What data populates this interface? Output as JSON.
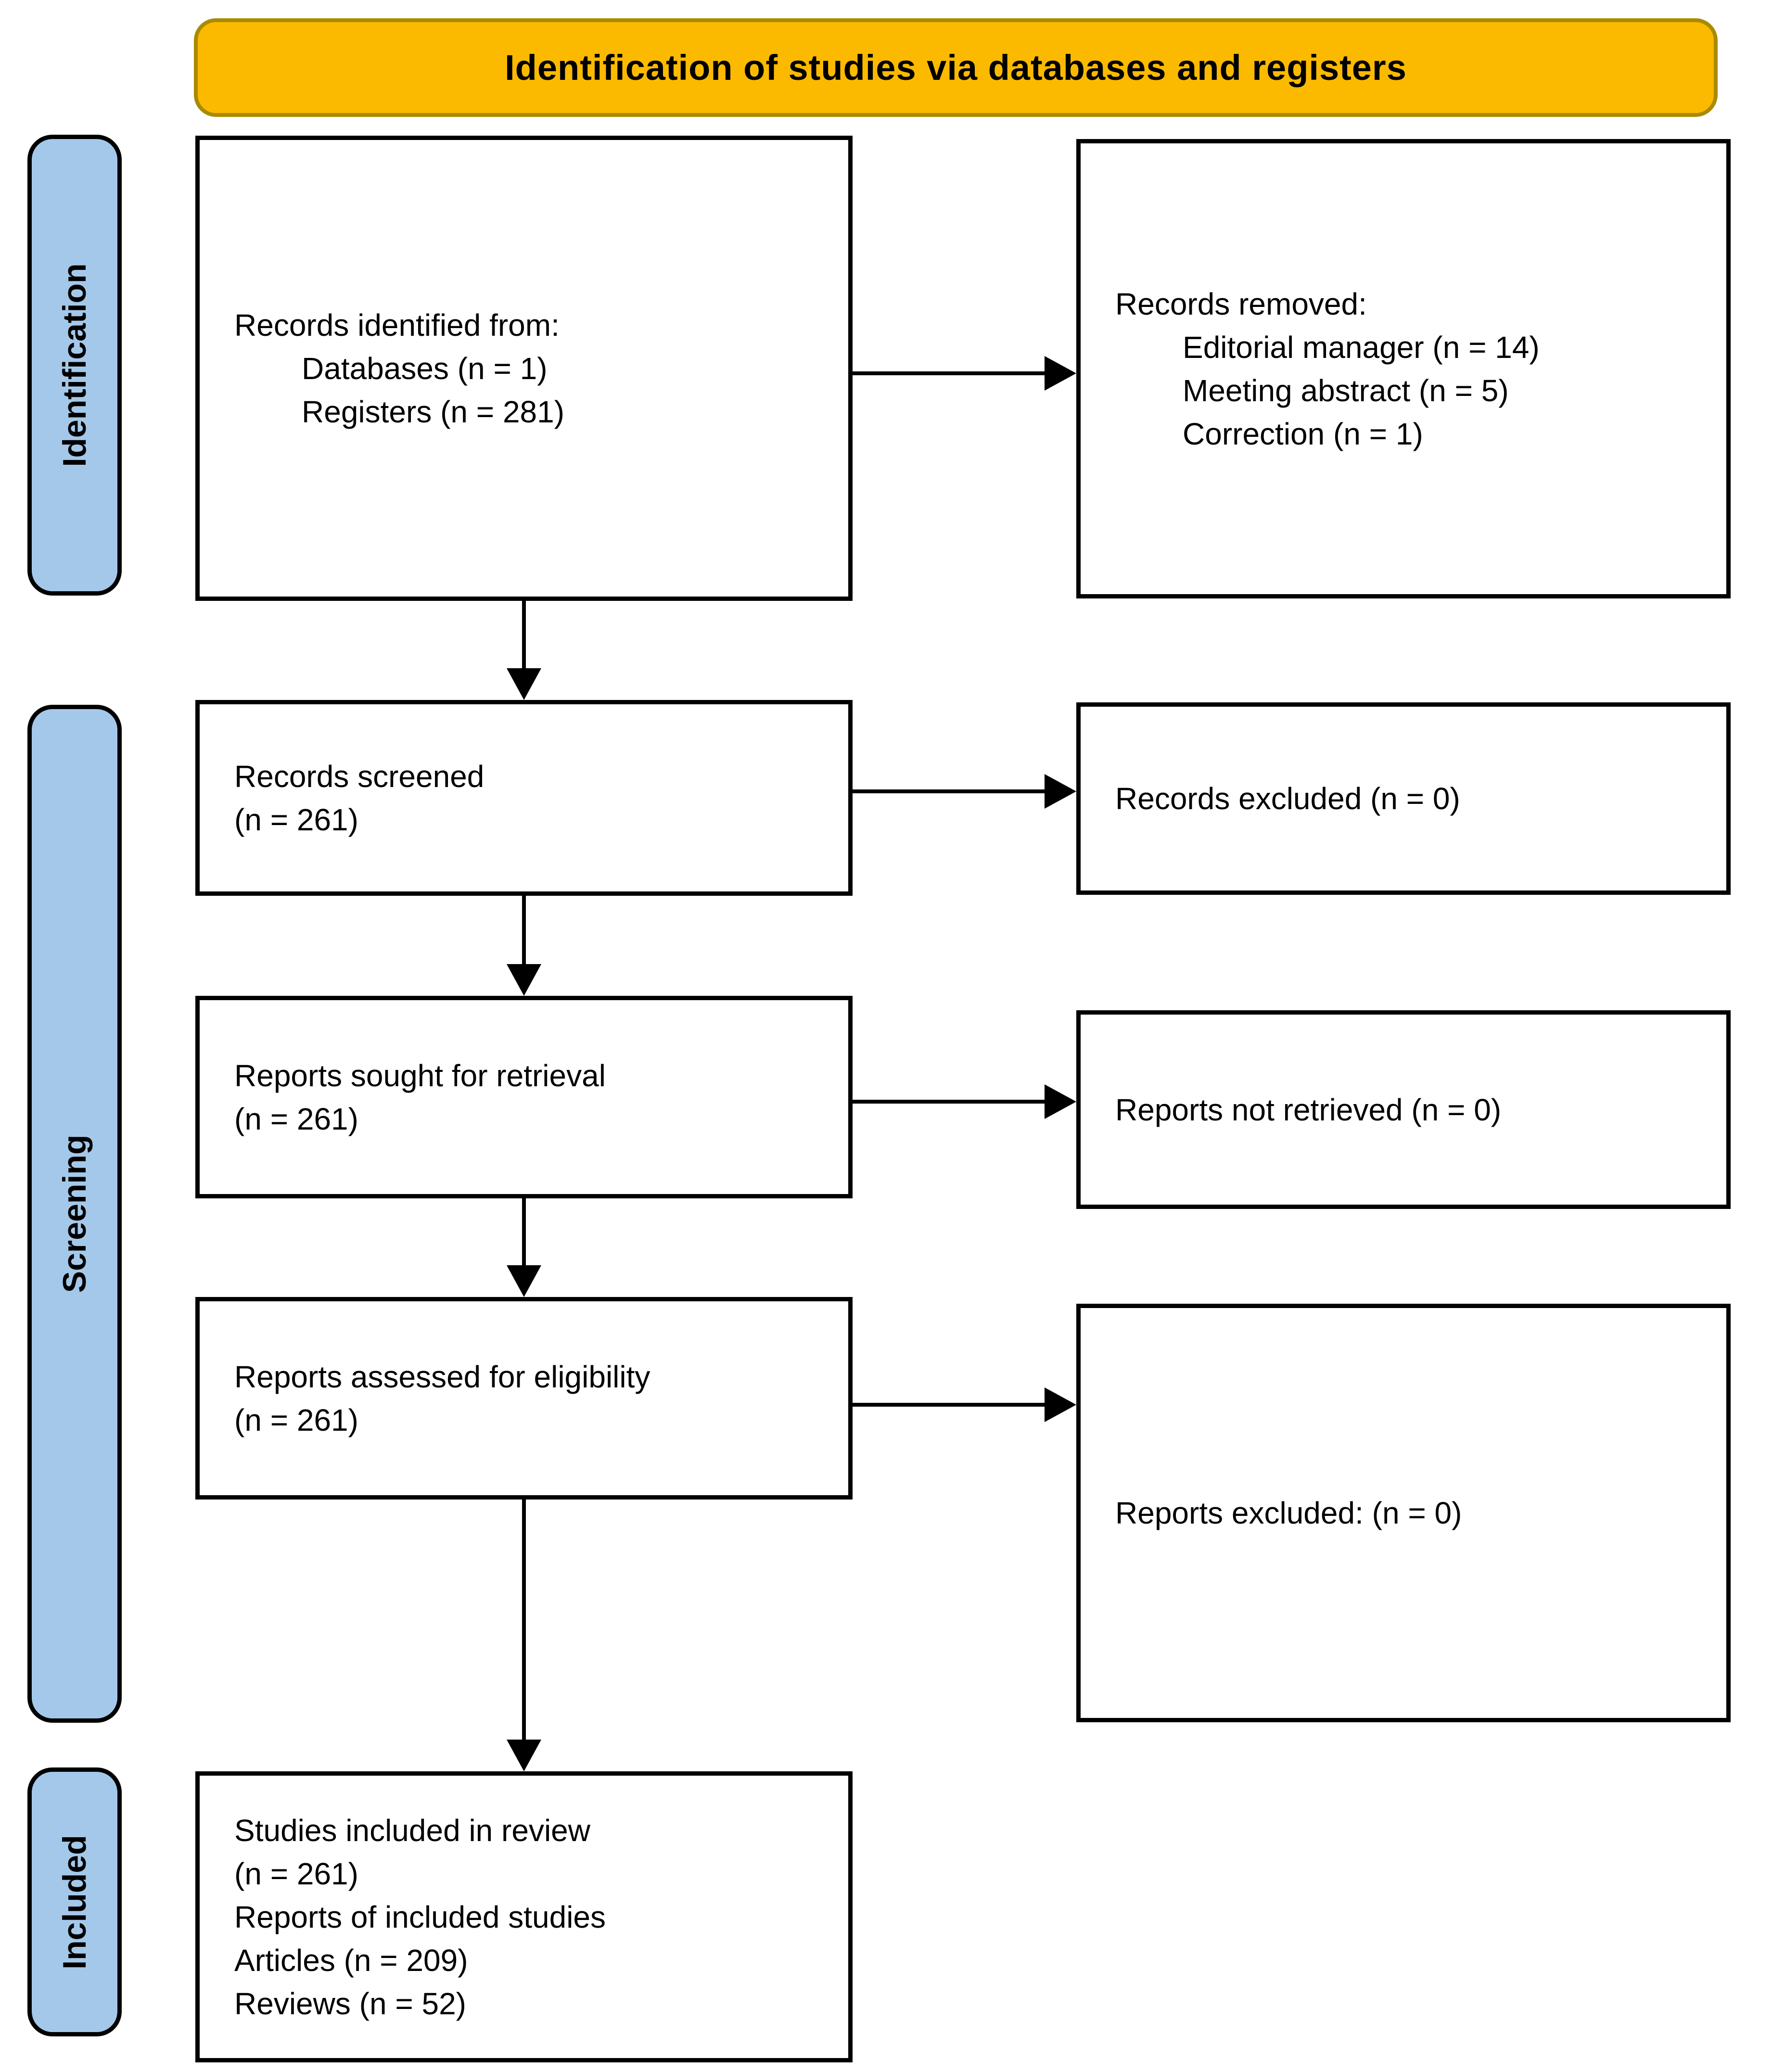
{
  "header": {
    "title": "Identification of studies via databases and registers"
  },
  "stages": {
    "identification": "Identification",
    "screening": "Screening",
    "included": "Included"
  },
  "boxes": {
    "records_identified": {
      "lines": [
        "Records identified from:",
        "Databases (n = 1)",
        "Registers (n = 281)"
      ]
    },
    "records_removed": {
      "lines": [
        "Records removed:",
        "Editorial manager (n = 14)",
        "Meeting abstract (n = 5)",
        "Correction (n = 1)"
      ]
    },
    "records_screened": {
      "lines": [
        "Records screened",
        "(n = 261)"
      ]
    },
    "records_excluded": {
      "lines": [
        "Records excluded (n = 0)"
      ]
    },
    "reports_sought": {
      "lines": [
        "Reports sought for retrieval",
        "(n = 261)"
      ]
    },
    "reports_not_retrieved": {
      "lines": [
        "Reports not retrieved (n = 0)"
      ]
    },
    "reports_assessed": {
      "lines": [
        "Reports assessed for eligibility",
        "(n = 261)"
      ]
    },
    "reports_excluded": {
      "lines": [
        "Reports excluded: (n = 0)"
      ]
    },
    "studies_included": {
      "lines": [
        "Studies included in review",
        "(n = 261)",
        "Reports of included studies",
        "Articles (n = 209)",
        "Reviews (n = 52)"
      ]
    }
  },
  "colors": {
    "header_bg": "#FBBA00",
    "header_border": "#A98A00",
    "stage_bg": "#A4C8E9",
    "stage_border": "#000000",
    "box_bg": "#FFFFFF",
    "box_border": "#000000",
    "arrow": "#000000",
    "text": "#000000"
  }
}
